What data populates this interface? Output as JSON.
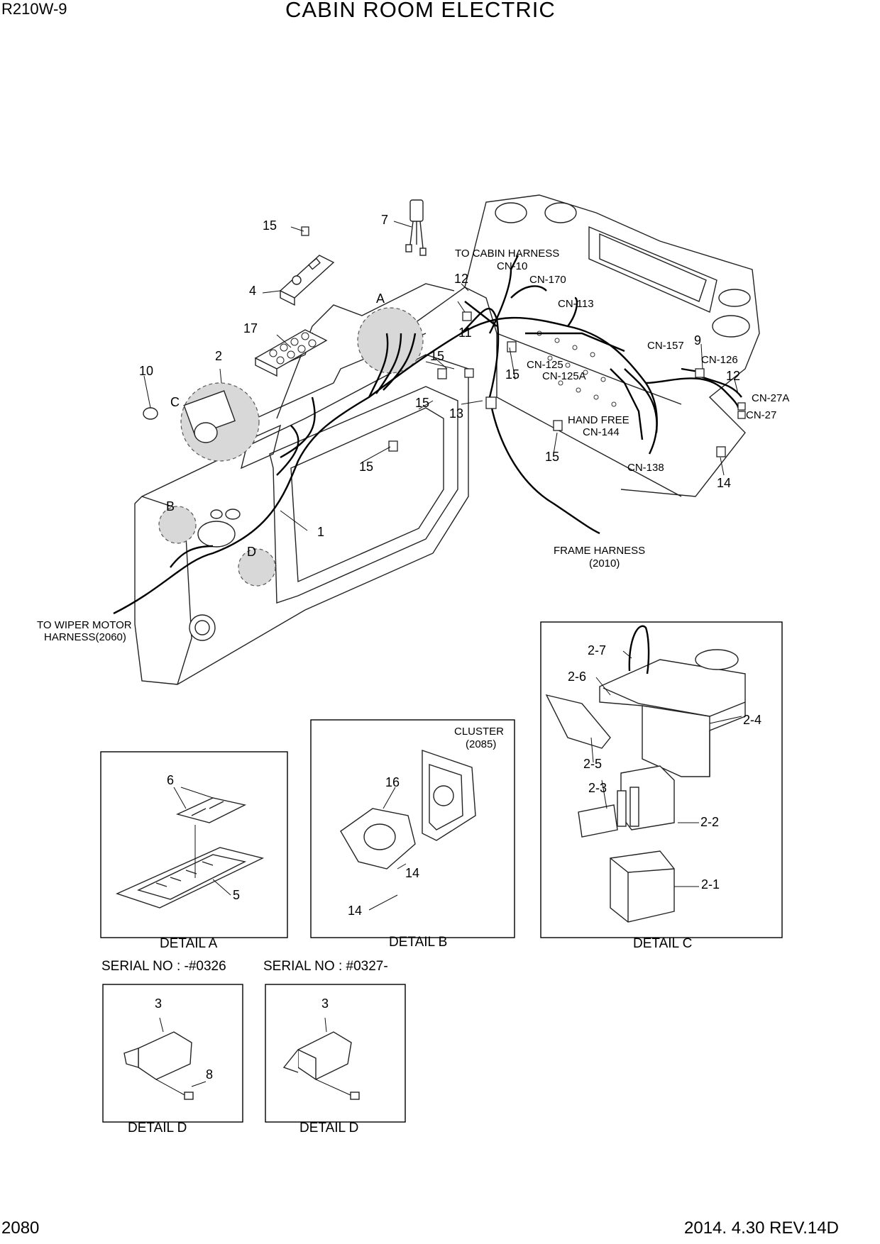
{
  "header": {
    "model": "R210W-9",
    "title": "CABIN ROOM ELECTRIC",
    "page_number": "2080",
    "date_rev": "2014. 4.30  REV.14D"
  },
  "callouts": {
    "c1": "1",
    "c2": "2",
    "c4": "4",
    "c7": "7",
    "c9": "9",
    "c10": "10",
    "c11": "11",
    "c12a": "12",
    "c12b": "12",
    "c13": "13",
    "c14": "14",
    "c15a": "15",
    "c15b": "15",
    "c15c": "15",
    "c15d": "15",
    "c15e": "15",
    "c15f": "15",
    "c17": "17",
    "detA": "A",
    "detB": "B",
    "detC": "C",
    "detD": "D"
  },
  "connectors": {
    "to_cabin_harness": "TO CABIN HARNESS",
    "cn10": "CN-10",
    "cn170": "CN-170",
    "cn113": "CN-113",
    "cn157": "CN-157",
    "cn126": "CN-126",
    "cn125": "CN-125",
    "cn125a": "CN-125A",
    "cn27a": "CN-27A",
    "cn27": "CN-27",
    "hand_free": "HAND FREE",
    "cn144": "CN-144",
    "cn138": "CN-138",
    "frame_harness": "FRAME HARNESS",
    "frame_harness_no": "(2010)",
    "wiper_line1": "TO WIPER MOTOR",
    "wiper_line2": "HARNESS(2060)"
  },
  "detail_a": {
    "caption": "DETAIL A",
    "c6": "6",
    "c5": "5"
  },
  "detail_b": {
    "caption": "DETAIL B",
    "cluster": "CLUSTER",
    "cluster_no": "(2085)",
    "c16": "16",
    "c14a": "14",
    "c14b": "14"
  },
  "detail_c": {
    "caption": "DETAIL C",
    "c2_7": "2-7",
    "c2_6": "2-6",
    "c2_4": "2-4",
    "c2_5": "2-5",
    "c2_3": "2-3",
    "c2_2": "2-2",
    "c2_1": "2-1"
  },
  "detail_d1": {
    "serial": "SERIAL NO : -#0326",
    "caption": "DETAIL D",
    "c3": "3",
    "c8": "8"
  },
  "detail_d2": {
    "serial": "SERIAL NO : #0327-",
    "caption": "DETAIL D",
    "c3": "3"
  }
}
